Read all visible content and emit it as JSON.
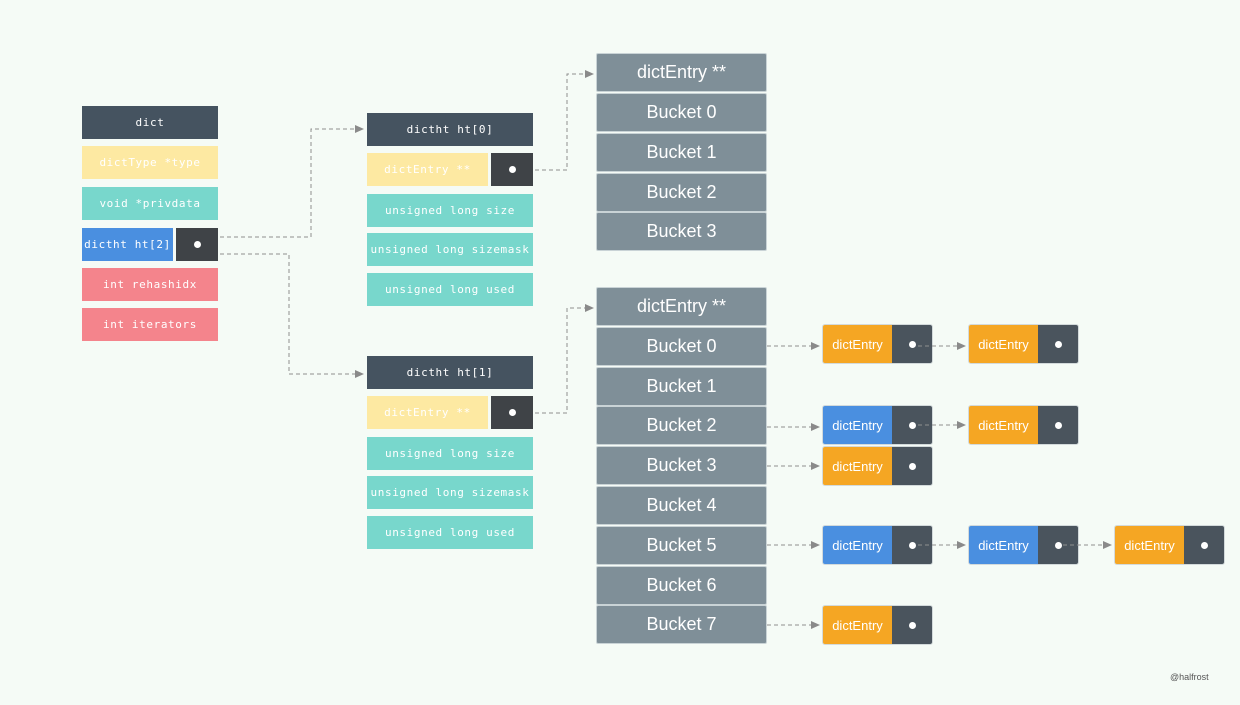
{
  "dict": {
    "title": "dict",
    "type": "dictType *type",
    "privdata": "void *privdata",
    "ht": "dictht ht[2]",
    "rehashidx": "int rehashidx",
    "iterators": "int iterators"
  },
  "ht0": {
    "title": "dictht ht[0]",
    "table": "dictEntry **",
    "size": "unsigned long size",
    "sizemask": "unsigned long sizemask",
    "used": "unsigned long used",
    "array_header": "dictEntry **",
    "buckets": [
      "Bucket 0",
      "Bucket 1",
      "Bucket 2",
      "Bucket 3"
    ]
  },
  "ht1": {
    "title": "dictht ht[1]",
    "table": "dictEntry **",
    "size": "unsigned long size",
    "sizemask": "unsigned long sizemask",
    "used": "unsigned long used",
    "array_header": "dictEntry **",
    "buckets": [
      "Bucket 0",
      "Bucket 1",
      "Bucket 2",
      "Bucket 3",
      "Bucket 4",
      "Bucket 5",
      "Bucket 6",
      "Bucket 7"
    ]
  },
  "entries": [
    {
      "label": "dictEntry",
      "color": "#f5a623"
    },
    {
      "label": "dictEntry",
      "color": "#f5a623"
    },
    {
      "label": "dictEntry",
      "color": "#4a8fe0"
    },
    {
      "label": "dictEntry",
      "color": "#f5a623"
    },
    {
      "label": "dictEntry",
      "color": "#f5a623"
    },
    {
      "label": "dictEntry",
      "color": "#4a8fe0"
    },
    {
      "label": "dictEntry",
      "color": "#4a8fe0"
    },
    {
      "label": "dictEntry",
      "color": "#f5a623"
    },
    {
      "label": "dictEntry",
      "color": "#f5a623"
    }
  ],
  "credit": "@halfrost"
}
